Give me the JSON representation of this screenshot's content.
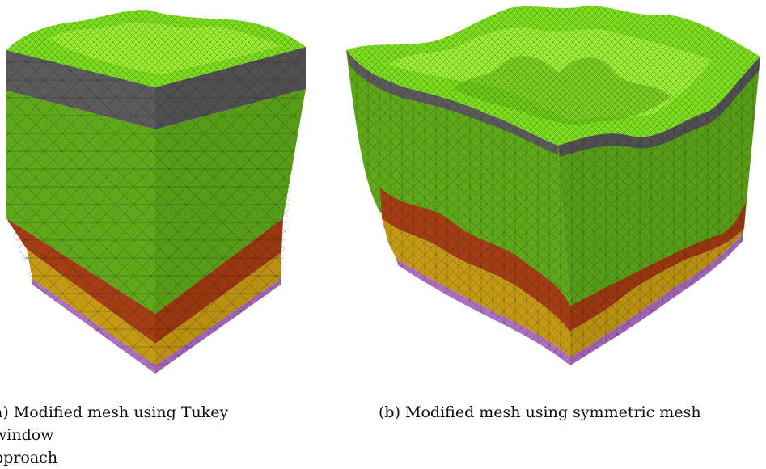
{
  "figure": {
    "panel_a": {
      "caption": "(a) Modified mesh using Tukey window approach",
      "caption_line1": "a) Modified mesh using Tukey window",
      "caption_line2": "pproach"
    },
    "panel_b": {
      "caption": "(b) Modified mesh using symmetric mesh"
    },
    "colors": {
      "surface_green": "#7cdc1e",
      "surface_green_light": "#a6f23c",
      "grey_layer": "#5a5a5a",
      "main_green": "#5ea81a",
      "main_green_dark": "#4e9414",
      "brick_red": "#a43c14",
      "mustard": "#c49a14",
      "violet": "#b070c0",
      "mesh_line": "#1a1a1a"
    }
  }
}
